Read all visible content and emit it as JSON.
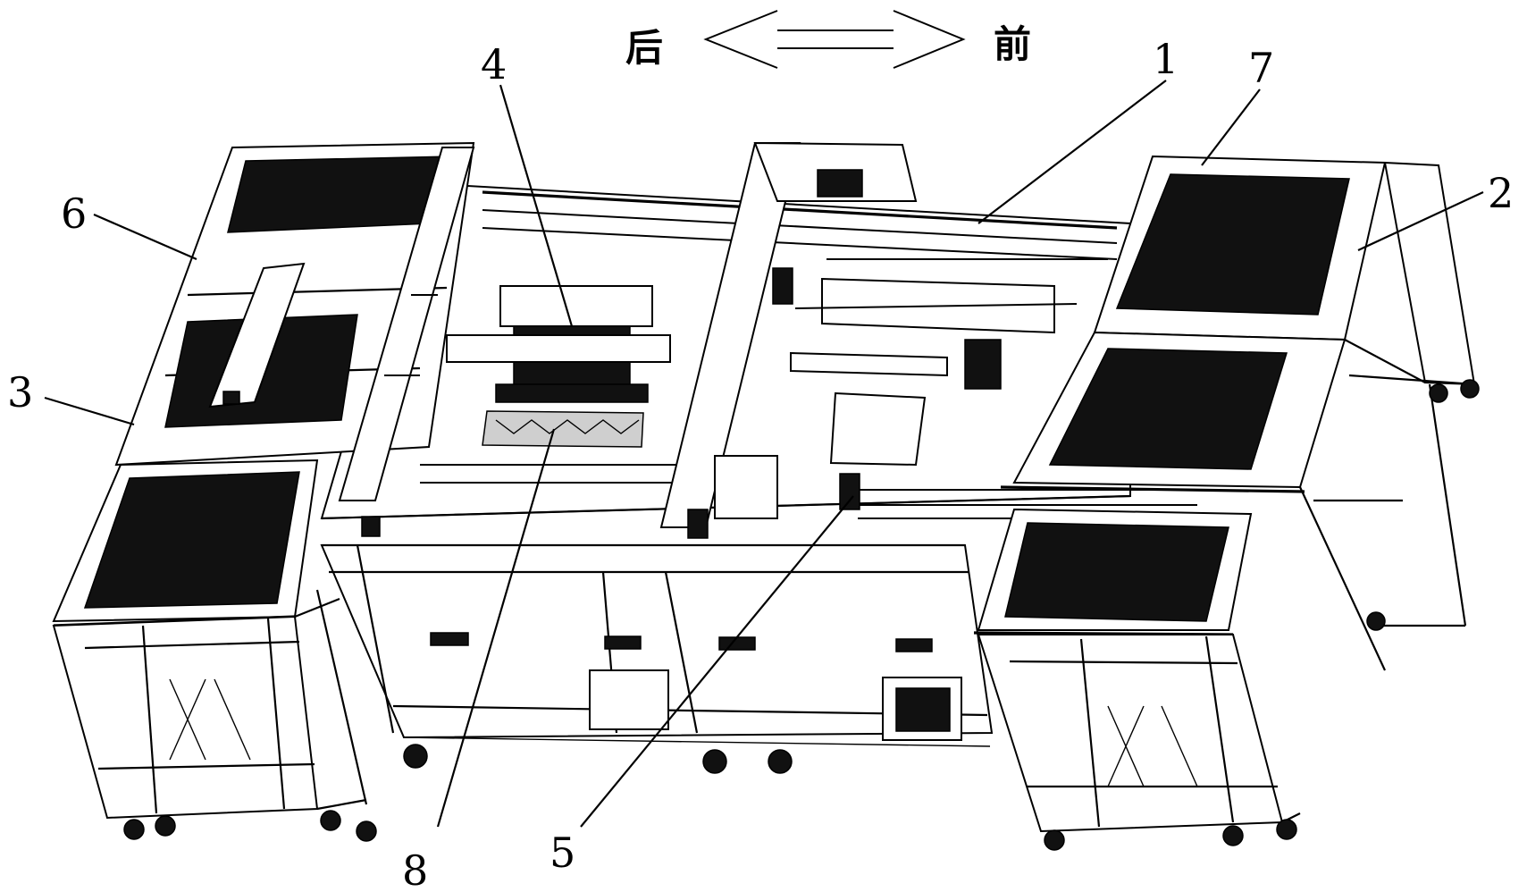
{
  "direction": {
    "left_label": "后",
    "right_label": "前"
  },
  "callouts": [
    "1",
    "2",
    "3",
    "4",
    "5",
    "6",
    "7",
    "8"
  ]
}
